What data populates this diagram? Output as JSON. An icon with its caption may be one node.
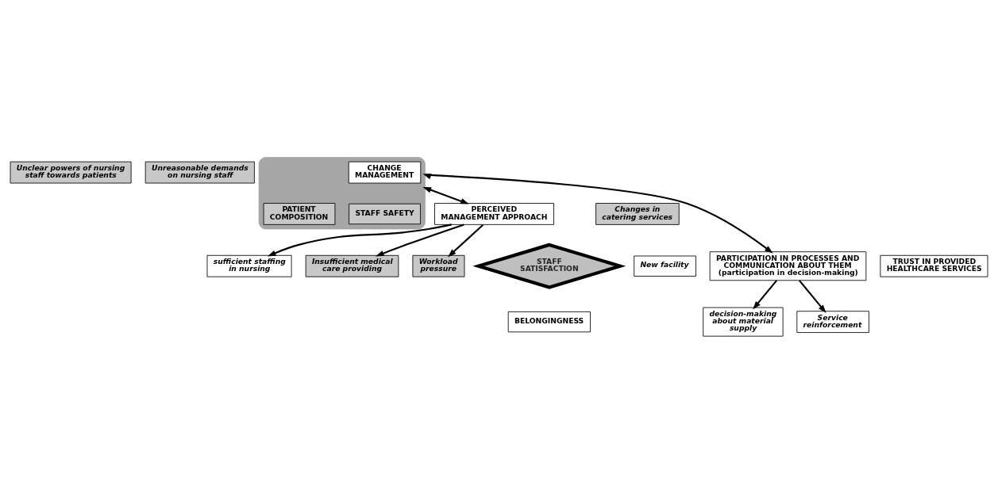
{
  "diagram": {
    "nodes": [
      {
        "text": [
          "Unclear powers of nursing staff towards patients"
        ]
      },
      {
        "text": [
          "Unreasonable demands on nursing staff"
        ]
      },
      {
        "text": [],
        "shape": "box"
      },
      {
        "text": [
          "PATIENT COMPOSITION"
        ],
        "in": 2
      },
      {
        "text": [
          "STAFF SAFETY"
        ],
        "in": 2
      },
      {
        "text": [
          "CHANGE MANAGEMENT"
        ],
        "in": 2
      },
      {
        "text": [
          "sufficient staffing in nursing"
        ]
      },
      {
        "text": [
          "Insufficient medical care providing"
        ]
      },
      {
        "text": [
          "Workload pressure"
        ]
      },
      {
        "text": [
          "PERCEIVED MANAGEMENT APPROACH"
        ]
      },
      {
        "text": [
          "Changes in catering services"
        ]
      },
      {
        "text": [
          "New facility"
        ]
      },
      {
        "text": [
          "PARTICIPATION IN PROCESSES AND COMMUNICATION ABOUT THEM (participation in decision-making)"
        ]
      },
      {
        "text": [
          "STAFF SATISFACTION"
        ]
      },
      {
        "text": [
          "TRUST IN PROVIDED HEALTHCARE SERVICES"
        ]
      },
      {
        "text": [
          "decision-making about material supply"
        ]
      },
      {
        "text": [
          "Service reinforcement"
        ]
      },
      {
        "text": [
          "BELONGINGNESS"
        ]
      }
    ],
    "edges": [
      {
        "from": 9,
        "to": 6,
        "arrow": "to"
      },
      {
        "from": 9,
        "to": 7,
        "arrow": "to"
      },
      {
        "from": 9,
        "to": 8,
        "arrow": "to"
      },
      {
        "from": 2,
        "to": 9,
        "arrow": "both"
      },
      {
        "from": 2,
        "to": 12,
        "arrow": "both"
      },
      {
        "from": 12,
        "to": 15,
        "arrow": "to"
      },
      {
        "from": 12,
        "to": 16,
        "arrow": "to"
      }
    ]
  }
}
